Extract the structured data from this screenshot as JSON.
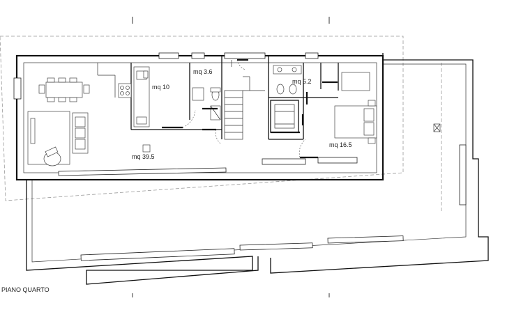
{
  "rooms": [
    {
      "id": "living",
      "label": "mq 39.5"
    },
    {
      "id": "kitchen",
      "label": "mq 10"
    },
    {
      "id": "wc-small",
      "label": "mq 3.6"
    },
    {
      "id": "bath",
      "label": "mq 5.2"
    },
    {
      "id": "bedroom",
      "label": "mq 16.5"
    }
  ],
  "floor_title": "PIANO QUARTO"
}
